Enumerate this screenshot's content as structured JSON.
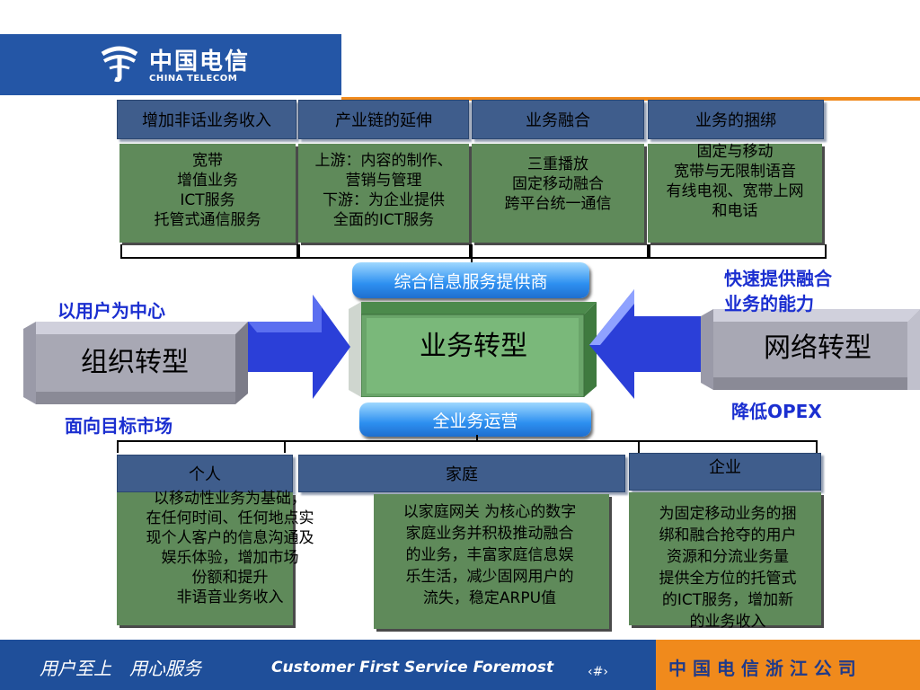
{
  "logo": {
    "cn": "中国电信",
    "en": "CHINA TELECOM",
    "mark_icon": "china-telecom-logo-icon"
  },
  "top_categories": [
    {
      "title": "增加非话业务收入",
      "lines": [
        "宽带",
        "增值业务",
        "ICT服务",
        "托管式通信服务"
      ]
    },
    {
      "title": "产业链的延伸",
      "lines": [
        "上游：内容的制作、",
        "营销与管理",
        "下游：为企业提供",
        "全面的ICT服务"
      ]
    },
    {
      "title": "业务融合",
      "lines": [
        "三重播放",
        "固定移动融合",
        "跨平台统一通信"
      ]
    },
    {
      "title": "业务的捆绑",
      "lines": [
        "固定与移动",
        "宽带与无限制语音",
        "有线电视、宽带上网",
        "和电话"
      ]
    }
  ],
  "center": {
    "top_pill": "综合信息服务提供商",
    "main": "业务转型",
    "bottom_pill": "全业务运营"
  },
  "left": {
    "label": "组织转型",
    "top_note": "以用户为中心",
    "bottom_note": "面向目标市场"
  },
  "right": {
    "label": "网络转型",
    "top_note": "快速提供融合\n业务的能力",
    "top_note_l1": "快速提供融合",
    "top_note_l2": "业务的能力",
    "bottom_note": "降低OPEX"
  },
  "bottom_categories": [
    {
      "title": "个人",
      "lines": [
        "以移动性业务为基础，",
        "在任何时间、任何地点实",
        "现个人客户的信息沟通及",
        "娱乐体验，增加市场",
        "份额和提升",
        "非语音业务收入"
      ]
    },
    {
      "title": "家庭",
      "lines": [
        "以家庭网关 为核心的数字",
        "家庭业务并积极推动融合",
        "的业务，丰富家庭信息娱",
        "乐生活，减少固网用户的",
        "流失，稳定ARPU值"
      ]
    },
    {
      "title": "企业",
      "lines": [
        "为固定移动业务的捆",
        "绑和融合抢夺的用户",
        "资源和分流业务量",
        "提供全方位的托管式",
        "的ICT服务，增加新",
        "的业务收入"
      ]
    }
  ],
  "footer": {
    "slogan_cn": "用户至上　用心服务",
    "slogan_en": "Customer First Service Foremost",
    "page": "‹#›",
    "company": "中 国 电 信 浙 江 公 司"
  },
  "colors": {
    "header_box": "#3f5d8c",
    "green_box": "#5f8a5a",
    "center_green": "#6aa56a",
    "blue_text": "#1b2fd0",
    "footer_blue": "#1f4f9a",
    "footer_orange": "#f08a1c"
  }
}
